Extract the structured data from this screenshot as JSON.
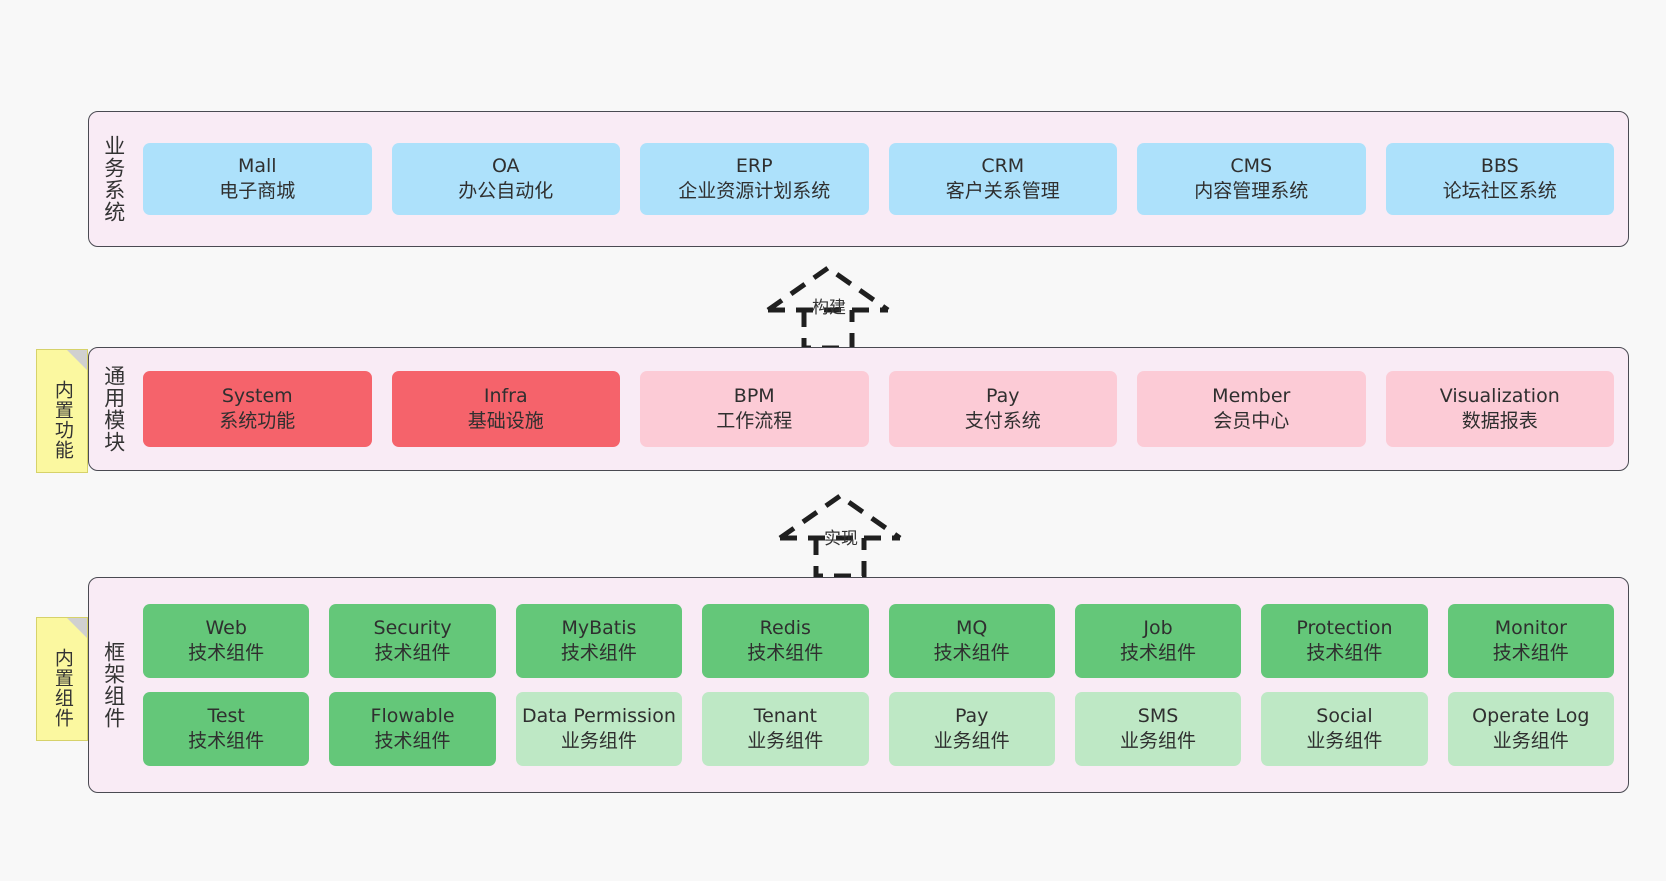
{
  "diagram": {
    "title": "ruoyi-vue-pro architecture layers",
    "colors": {
      "band_bg": "#f9ebf5",
      "band_border": "#4a4a52",
      "business_card": "#ade1fb",
      "module_core_card": "#f5636b",
      "module_card": "#fccbd6",
      "framework_tech_card": "#64c779",
      "framework_biz_card": "#bee8c5",
      "note_bg": "#fbf8a0",
      "page_bg": "#f8f8f8"
    }
  },
  "layers": {
    "business": {
      "title": "业务系统",
      "cards": [
        {
          "name": "Mall",
          "desc": "电子商城"
        },
        {
          "name": "OA",
          "desc": "办公自动化"
        },
        {
          "name": "ERP",
          "desc": "企业资源计划系统"
        },
        {
          "name": "CRM",
          "desc": "客户关系管理"
        },
        {
          "name": "CMS",
          "desc": "内容管理系统"
        },
        {
          "name": "BBS",
          "desc": "论坛社区系统"
        }
      ]
    },
    "module": {
      "title": "通用模块",
      "note": "内置功能",
      "cards": [
        {
          "name": "System",
          "desc": "系统功能"
        },
        {
          "name": "Infra",
          "desc": "基础设施"
        },
        {
          "name": "BPM",
          "desc": "工作流程"
        },
        {
          "name": "Pay",
          "desc": "支付系统"
        },
        {
          "name": "Member",
          "desc": "会员中心"
        },
        {
          "name": "Visualization",
          "desc": "数据报表"
        }
      ]
    },
    "framework": {
      "title": "框架组件",
      "note": "内置组件",
      "row1": [
        {
          "name": "Web",
          "desc": "技术组件"
        },
        {
          "name": "Security",
          "desc": "技术组件"
        },
        {
          "name": "MyBatis",
          "desc": "技术组件"
        },
        {
          "name": "Redis",
          "desc": "技术组件"
        },
        {
          "name": "MQ",
          "desc": "技术组件"
        },
        {
          "name": "Job",
          "desc": "技术组件"
        },
        {
          "name": "Protection",
          "desc": "技术组件"
        },
        {
          "name": "Monitor",
          "desc": "技术组件"
        }
      ],
      "row2": [
        {
          "name": "Test",
          "desc": "技术组件"
        },
        {
          "name": "Flowable",
          "desc": "技术组件"
        },
        {
          "name": "Data Permission",
          "desc": "业务组件"
        },
        {
          "name": "Tenant",
          "desc": "业务组件"
        },
        {
          "name": "Pay",
          "desc": "业务组件"
        },
        {
          "name": "SMS",
          "desc": "业务组件"
        },
        {
          "name": "Social",
          "desc": "业务组件"
        },
        {
          "name": "Operate Log",
          "desc": "业务组件"
        }
      ]
    }
  },
  "connectors": [
    {
      "id": "build",
      "label": "构建",
      "from": "module",
      "to": "business"
    },
    {
      "id": "implement",
      "label": "实现",
      "from": "framework",
      "to": "module"
    }
  ]
}
